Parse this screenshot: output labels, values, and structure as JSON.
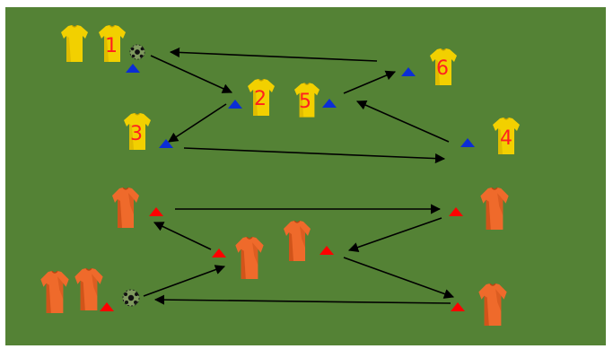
{
  "colors": {
    "border": "#ffffff",
    "field": "#548235",
    "yellow_shirt": "#f2d000",
    "yellow_shade": "#d9b400",
    "orange_shirt": "#ef6a2b",
    "orange_shade": "#c94f17",
    "blue_cone": "#0b2dd6",
    "red_cone": "#ff0000",
    "arrow": "#000000",
    "number": "#ff1f1f"
  },
  "icons": {
    "player": "shirt-icon",
    "cone": "triangle-cone-icon",
    "ball": "soccer-ball-icon"
  },
  "drill_top": {
    "team_color": "yellow",
    "player_numbers": [
      "1",
      "2",
      "3",
      "4",
      "5",
      "6"
    ]
  },
  "drill_bottom": {
    "team_color": "orange"
  }
}
